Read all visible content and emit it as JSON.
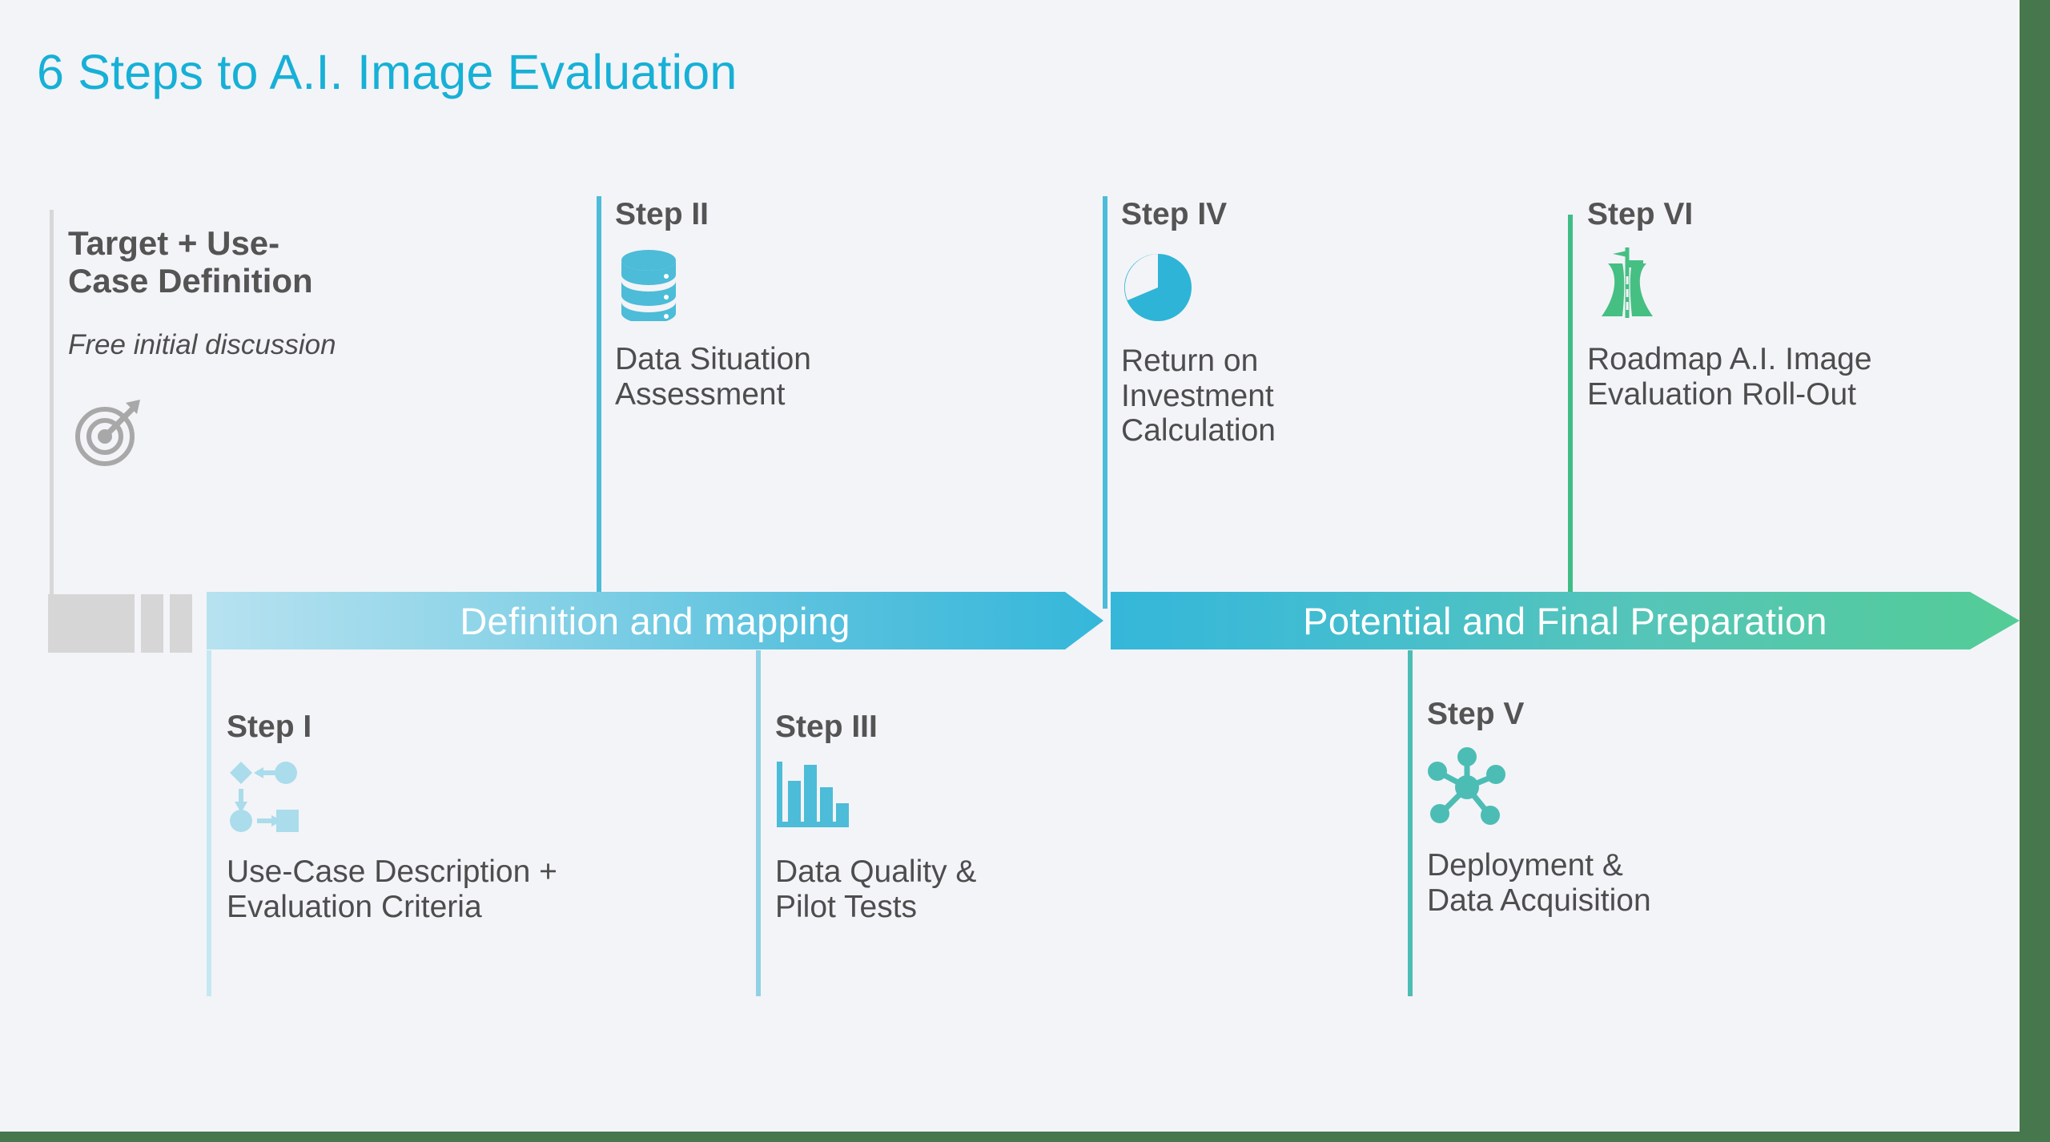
{
  "slide": {
    "title": "6 Steps to A.I. Image Evaluation",
    "title_color": "#17b0d6",
    "background_color": "#f3f4f8",
    "frame_color": "#46774d"
  },
  "banner": {
    "segments": [
      {
        "label": "Definition and mapping",
        "start_color": "#b7e2f0",
        "end_color": "#35b7da"
      },
      {
        "label": "Potential and Final Preparation",
        "start_color": "#35b7da",
        "end_color": "#54cc96"
      }
    ]
  },
  "lead": {
    "title": "Target + Use-\nCase Definition",
    "subtitle": "Free initial discussion",
    "icon": "target-bullseye-icon",
    "icon_color": "#a8a8a8",
    "line_color": "#d8d8d8"
  },
  "steps_top": [
    {
      "label": "Step II",
      "description": "Data Situation\nAssessment",
      "icon": "database-cylinder-icon",
      "icon_color": "#4cbcd8",
      "line_color": "#4cbcd8"
    },
    {
      "label": "Step IV",
      "description": "Return on\nInvestment\nCalculation",
      "icon": "pie-chart-icon",
      "icon_color": "#2eb4d6",
      "line_color": "#4cbcd8"
    },
    {
      "label": "Step VI",
      "description": "Roadmap A.I. Image\nEvaluation Roll-Out",
      "icon": "road-signpost-icon",
      "icon_color": "#46bf83",
      "line_color": "#3fbd86"
    }
  ],
  "steps_bottom": [
    {
      "label": "Step I",
      "description": "Use-Case Description +\nEvaluation Criteria",
      "icon": "flowchart-nodes-icon",
      "icon_color": "#aadceb",
      "line_color": "#c5e8f2"
    },
    {
      "label": "Step III",
      "description": "Data Quality &\nPilot Tests",
      "icon": "bar-chart-icon",
      "icon_color": "#4cbcd8",
      "line_color": "#4cbcd8"
    },
    {
      "label": "Step V",
      "description": "Deployment &\nData Acquisition",
      "icon": "network-hub-icon",
      "icon_color": "#4cbdb4",
      "line_color": "#4cbdb4"
    }
  ]
}
